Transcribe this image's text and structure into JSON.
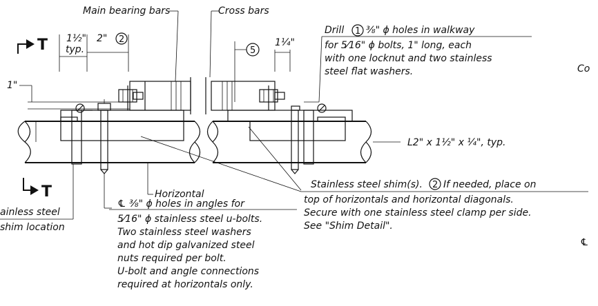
{
  "labels": {
    "main_bearing_bars": "Main bearing bars",
    "cross_bars": "Cross bars",
    "dim_1_half": "1½\"",
    "dim_typ": "typ.",
    "dim_2": "2\"",
    "circle_2": "2",
    "circle_5": "5",
    "circle_1": "1",
    "dim_1_quarter": "1¼\"",
    "dim_1_inch": "1\"",
    "section_letter": "T",
    "horizontal": "Horizontal",
    "angle_spec": "L2\" x 1½\" x ¼\", typ.",
    "drill_note": [
      "Drill",
      "⅜\" ϕ holes in walkway",
      "for 5⁄16\" ϕ bolts, 1\" long, each",
      "with one locknut and two stainless",
      "steel flat washers."
    ],
    "shim_note": [
      "Stainless steel shim(s).",
      "If needed, place on",
      "top of horizontals and horizontal diagonals.",
      "Secure with one stainless steel clamp per side.",
      "See \"Shim Detail\"."
    ],
    "ubolt_note": [
      "℄ ⅜\" ϕ holes in angles for",
      "5⁄16\" ϕ stainless steel u-bolts.",
      "Two stainless steel washers",
      "and hot dip galvanized steel",
      "nuts required  per bolt.",
      "U-bolt and angle connections",
      "required at horizontals only."
    ],
    "left_note": [
      "ainless steel",
      "shim location"
    ],
    "right_edge_text": "Co",
    "centerline_mark": "℄"
  }
}
